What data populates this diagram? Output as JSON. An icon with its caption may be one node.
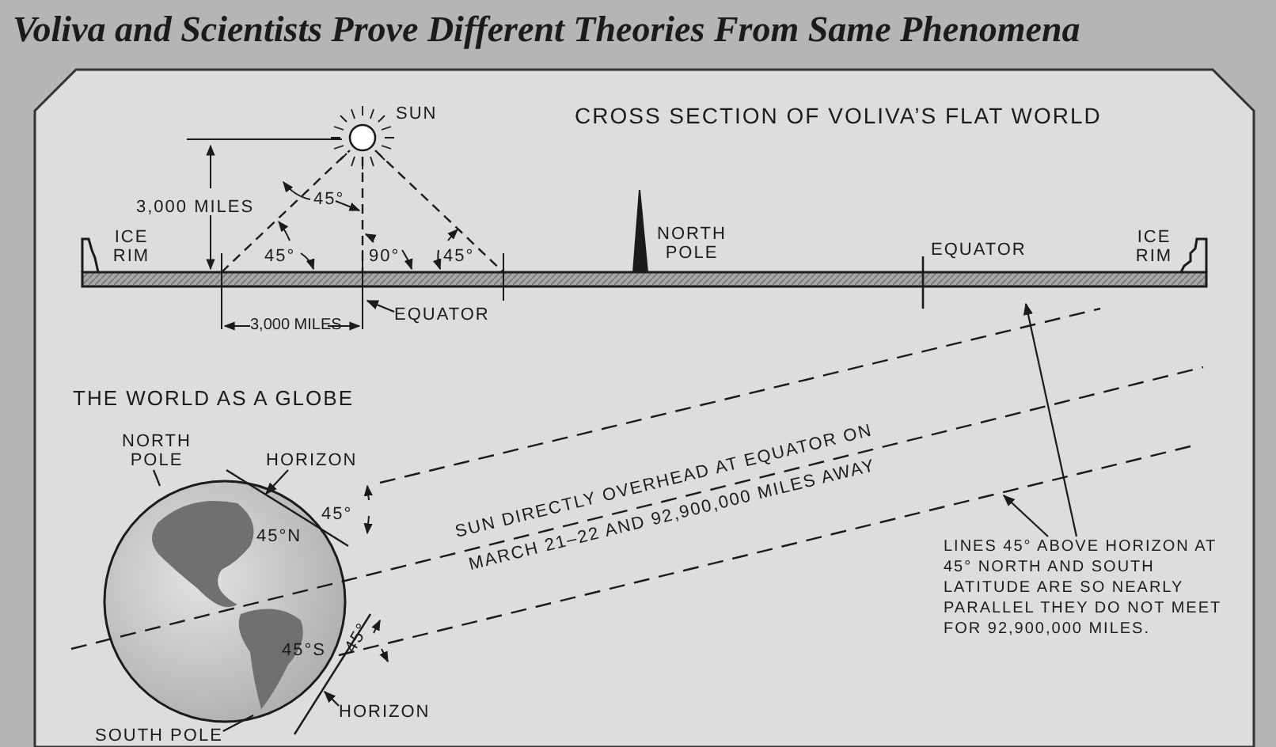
{
  "diagram": {
    "title": "Voliva and Scientists Prove Different Theories From Same Phenomena",
    "nodes": [
      {
        "text": [
          "EQUATOR"
        ]
      },
      {
        "text": [
          "HORIZON"
        ]
      },
      {
        "text": [
          "HORIZON"
        ]
      },
      {
        "text": [
          "LINES 45° ABOVE HORIZON AT 45° NORTH AND SOUTH LATITUDE ARE SO NEARLY PARALLEL THEY DO NOT MEET FOR 92,900,000 MILES."
        ]
      },
      {
        "text": [
          "NORTH POLE"
        ]
      },
      {
        "text": [
          "SOUTH POLE"
        ]
      },
      {
        "text": [],
        "shape": "line"
      },
      {
        "text": [],
        "shape": "line"
      },
      {
        "text": [],
        "shape": "picture"
      }
    ],
    "edges": [
      {
        "from": 0,
        "to": null,
        "arrow": "to"
      },
      {
        "from": 1,
        "to": 6,
        "arrow": "to"
      },
      {
        "from": 2,
        "to": 7,
        "arrow": "to"
      },
      {
        "from": 3,
        "to": null,
        "arrow": "to"
      },
      {
        "from": 3,
        "to": null,
        "arrow": "to"
      },
      {
        "from": 4,
        "to": 8,
        "arrow": "none"
      },
      {
        "from": 5,
        "to": 8,
        "arrow": "none"
      }
    ],
    "labels": [
      "SUN",
      "CROSS SECTION OF VOLIVA’S FLAT WORLD",
      "3,000 MILES",
      "45°",
      "ICE RIM",
      "45°",
      "90°",
      "45°",
      "NORTH POLE",
      "EQUATOR",
      "ICE RIM",
      "3,000 MILES",
      "THE WORLD AS A GLOBE",
      "45°",
      "45°N",
      "SUN DIRECTLY OVERHEAD AT EQUATOR ON MARCH 21–22 AND 92,900,000 MILES AWAY",
      "45°S",
      "45°"
    ]
  }
}
